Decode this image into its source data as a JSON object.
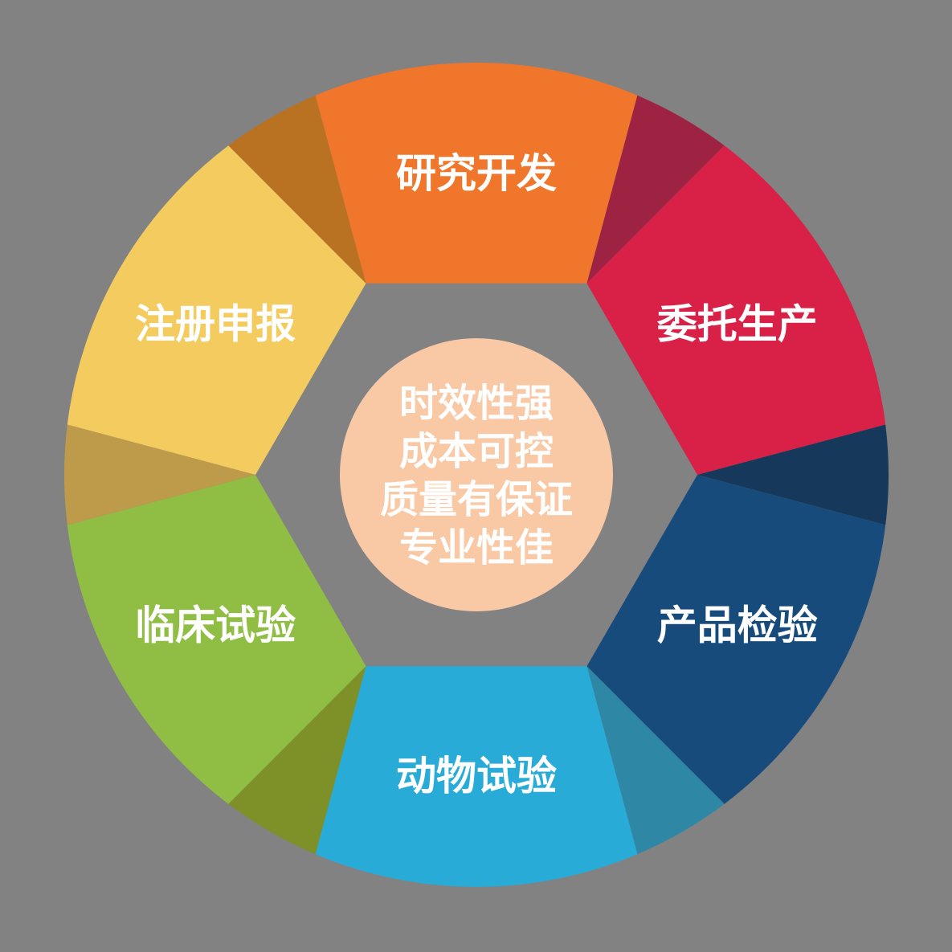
{
  "background_color": "#828282",
  "text_color": "#FFFFFF",
  "center": {
    "fill": "#F9C8A5",
    "text_color": "#FFFFFF",
    "lines": [
      "时效性强",
      "成本可控",
      "质量有保证",
      "专业性佳"
    ]
  },
  "segments": [
    {
      "label": "研究开发",
      "name": "research-development",
      "color": "#F0762C",
      "shadow_color": "#B87222"
    },
    {
      "label": "委托生产",
      "name": "contract-manufacturing",
      "color": "#D92148",
      "shadow_color": "#9E2242"
    },
    {
      "label": "产品检验",
      "name": "product-inspection",
      "color": "#174B7C",
      "shadow_color": "#16395B"
    },
    {
      "label": "动物试验",
      "name": "animal-testing",
      "color": "#29ABD8",
      "shadow_color": "#2F87A6"
    },
    {
      "label": "临床试验",
      "name": "clinical-trials",
      "color": "#90BE45",
      "shadow_color": "#7D9128"
    },
    {
      "label": "注册申报",
      "name": "registration-filing",
      "color": "#F3CB5F",
      "shadow_color": "#BE9A4B"
    }
  ]
}
